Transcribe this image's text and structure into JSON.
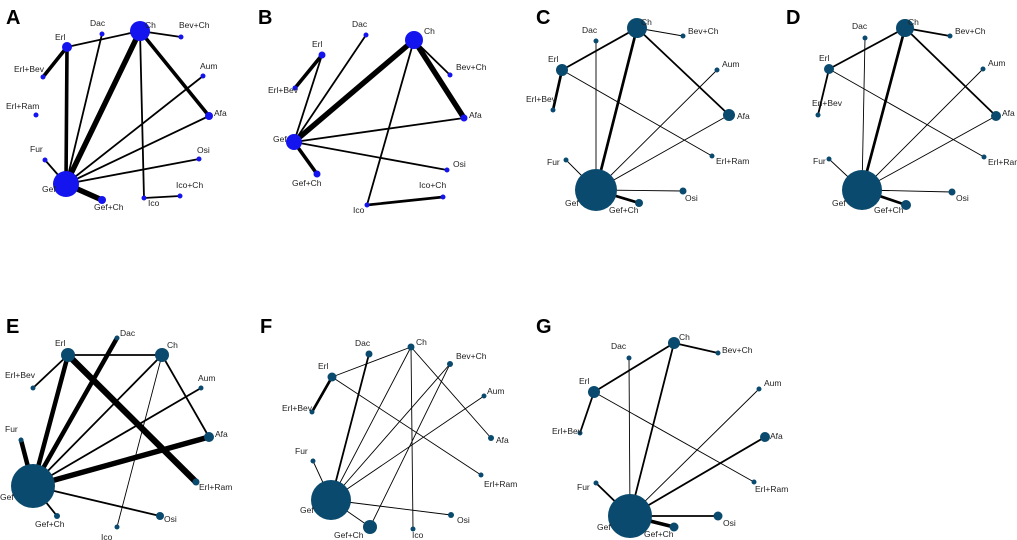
{
  "figure": {
    "panels": [
      {
        "letter": "A",
        "color": "#1414ee",
        "nodes": [
          {
            "id": "Ch",
            "label": "Ch",
            "size": 3
          },
          {
            "id": "Dac",
            "label": "Dac",
            "size": 1
          },
          {
            "id": "Erl",
            "label": "Erl",
            "size": 2
          },
          {
            "id": "ErlBev",
            "label": "Erl+Bev",
            "size": 1
          },
          {
            "id": "ErlRam",
            "label": "Erl+Ram",
            "size": 1
          },
          {
            "id": "BevCh",
            "label": "Bev+Ch",
            "size": 1
          },
          {
            "id": "Aum",
            "label": "Aum",
            "size": 1
          },
          {
            "id": "Afa",
            "label": "Afa",
            "size": 1
          },
          {
            "id": "Osi",
            "label": "Osi",
            "size": 1
          },
          {
            "id": "IcoCh",
            "label": "Ico+Ch",
            "size": 1
          },
          {
            "id": "Ico",
            "label": "Ico",
            "size": 1
          },
          {
            "id": "GefCh",
            "label": "Gef+Ch",
            "size": 2
          },
          {
            "id": "Gef",
            "label": "Gef",
            "size": 5
          },
          {
            "id": "Fur",
            "label": "Fur",
            "size": 1
          }
        ],
        "edges": [
          {
            "from": "Gef",
            "to": "Ch",
            "weight": 6
          },
          {
            "from": "Gef",
            "to": "Erl",
            "weight": 4
          },
          {
            "from": "Gef",
            "to": "Dac",
            "weight": 2
          },
          {
            "from": "Gef",
            "to": "Aum",
            "weight": 2
          },
          {
            "from": "Gef",
            "to": "Afa",
            "weight": 2
          },
          {
            "from": "Gef",
            "to": "Osi",
            "weight": 2
          },
          {
            "from": "Gef",
            "to": "GefCh",
            "weight": 6
          },
          {
            "from": "Gef",
            "to": "Fur",
            "weight": 2
          },
          {
            "from": "Erl",
            "to": "ErlBev",
            "weight": 4
          },
          {
            "from": "Erl",
            "to": "Ch",
            "weight": 2
          },
          {
            "from": "Ch",
            "to": "BevCh",
            "weight": 2
          },
          {
            "from": "Ch",
            "to": "Afa",
            "weight": 4
          },
          {
            "from": "Ch",
            "to": "Ico",
            "weight": 2
          },
          {
            "from": "Ico",
            "to": "IcoCh",
            "weight": 2
          }
        ]
      },
      {
        "letter": "B",
        "color": "#1414ee",
        "nodes": [
          {
            "id": "Ch",
            "label": "Ch",
            "size": 3
          },
          {
            "id": "Dac",
            "label": "Dac",
            "size": 1
          },
          {
            "id": "Erl",
            "label": "Erl",
            "size": 1
          },
          {
            "id": "ErlBev",
            "label": "Erl+Bev",
            "size": 1
          },
          {
            "id": "BevCh",
            "label": "Bev+Ch",
            "size": 1
          },
          {
            "id": "Afa",
            "label": "Afa",
            "size": 1
          },
          {
            "id": "Osi",
            "label": "Osi",
            "size": 1
          },
          {
            "id": "IcoCh",
            "label": "Ico+Ch",
            "size": 1
          },
          {
            "id": "Ico",
            "label": "Ico",
            "size": 1
          },
          {
            "id": "GefCh",
            "label": "Gef+Ch",
            "size": 1
          },
          {
            "id": "Gef",
            "label": "Gef",
            "size": 3
          }
        ],
        "edges": [
          {
            "from": "Gef",
            "to": "Ch",
            "weight": 6
          },
          {
            "from": "Gef",
            "to": "Erl",
            "weight": 2
          },
          {
            "from": "Gef",
            "to": "Dac",
            "weight": 2
          },
          {
            "from": "Gef",
            "to": "Afa",
            "weight": 2
          },
          {
            "from": "Gef",
            "to": "Osi",
            "weight": 2
          },
          {
            "from": "Gef",
            "to": "GefCh",
            "weight": 4
          },
          {
            "from": "Erl",
            "to": "ErlBev",
            "weight": 4
          },
          {
            "from": "Ch",
            "to": "BevCh",
            "weight": 2
          },
          {
            "from": "Ch",
            "to": "Afa",
            "weight": 6
          },
          {
            "from": "Ch",
            "to": "Ico",
            "weight": 2
          },
          {
            "from": "Ico",
            "to": "IcoCh",
            "weight": 3
          }
        ]
      },
      {
        "letter": "C",
        "color": "#0a4a6e",
        "nodes": [
          {
            "id": "Ch",
            "label": "Ch",
            "size": 3
          },
          {
            "id": "Dac",
            "label": "Dac",
            "size": 1
          },
          {
            "id": "Erl",
            "label": "Erl",
            "size": 2
          },
          {
            "id": "BevCh",
            "label": "Bev+Ch",
            "size": 1
          },
          {
            "id": "Aum",
            "label": "Aum",
            "size": 1
          },
          {
            "id": "ErlBev",
            "label": "Erl+Bev",
            "size": 1
          },
          {
            "id": "Afa",
            "label": "Afa",
            "size": 2
          },
          {
            "id": "ErlRam",
            "label": "Erl+Ram",
            "size": 1
          },
          {
            "id": "Fur",
            "label": "Fur",
            "size": 1
          },
          {
            "id": "Osi",
            "label": "Osi",
            "size": 1
          },
          {
            "id": "GefCh",
            "label": "Gef+Ch",
            "size": 1
          },
          {
            "id": "Gef",
            "label": "Gef",
            "size": 7
          }
        ],
        "edges": [
          {
            "from": "Gef",
            "to": "Ch",
            "weight": 3
          },
          {
            "from": "Gef",
            "to": "Dac",
            "weight": 1
          },
          {
            "from": "Gef",
            "to": "Aum",
            "weight": 1
          },
          {
            "from": "Gef",
            "to": "Afa",
            "weight": 1
          },
          {
            "from": "Gef",
            "to": "Osi",
            "weight": 1
          },
          {
            "from": "Gef",
            "to": "GefCh",
            "weight": 3
          },
          {
            "from": "Gef",
            "to": "Fur",
            "weight": 1
          },
          {
            "from": "Erl",
            "to": "ErlBev",
            "weight": 3
          },
          {
            "from": "Erl",
            "to": "Ch",
            "weight": 2
          },
          {
            "from": "Erl",
            "to": "ErlRam",
            "weight": 1
          },
          {
            "from": "Ch",
            "to": "BevCh",
            "weight": 1
          },
          {
            "from": "Ch",
            "to": "Afa",
            "weight": 2
          }
        ]
      },
      {
        "letter": "D",
        "color": "#0a4a6e",
        "nodes": [
          {
            "id": "Ch",
            "label": "Ch",
            "size": 3
          },
          {
            "id": "Dac",
            "label": "Dac",
            "size": 1
          },
          {
            "id": "Erl",
            "label": "Erl",
            "size": 2
          },
          {
            "id": "BevCh",
            "label": "Bev+Ch",
            "size": 1
          },
          {
            "id": "Aum",
            "label": "Aum",
            "size": 1
          },
          {
            "id": "ErlBev",
            "label": "Erl+Bev",
            "size": 1
          },
          {
            "id": "Afa",
            "label": "Afa",
            "size": 2
          },
          {
            "id": "ErlRam",
            "label": "Erl+Ram",
            "size": 1
          },
          {
            "id": "Fur",
            "label": "Fur",
            "size": 1
          },
          {
            "id": "Osi",
            "label": "Osi",
            "size": 1
          },
          {
            "id": "GefCh",
            "label": "Gef+Ch",
            "size": 2
          },
          {
            "id": "Gef",
            "label": "Gef",
            "size": 7
          }
        ],
        "edges": [
          {
            "from": "Gef",
            "to": "Ch",
            "weight": 3
          },
          {
            "from": "Gef",
            "to": "Dac",
            "weight": 1
          },
          {
            "from": "Gef",
            "to": "Aum",
            "weight": 1
          },
          {
            "from": "Gef",
            "to": "Afa",
            "weight": 1
          },
          {
            "from": "Gef",
            "to": "Osi",
            "weight": 1
          },
          {
            "from": "Gef",
            "to": "GefCh",
            "weight": 3
          },
          {
            "from": "Gef",
            "to": "Fur",
            "weight": 1
          },
          {
            "from": "Erl",
            "to": "ErlBev",
            "weight": 2
          },
          {
            "from": "Erl",
            "to": "Ch",
            "weight": 2
          },
          {
            "from": "Erl",
            "to": "ErlRam",
            "weight": 1
          },
          {
            "from": "Ch",
            "to": "BevCh",
            "weight": 2
          },
          {
            "from": "Ch",
            "to": "Afa",
            "weight": 2
          }
        ]
      },
      {
        "letter": "E",
        "color": "#0a4a6e",
        "nodes": [
          {
            "id": "Erl",
            "label": "Erl",
            "size": 2
          },
          {
            "id": "Dac",
            "label": "Dac",
            "size": 1
          },
          {
            "id": "Ch",
            "label": "Ch",
            "size": 2
          },
          {
            "id": "ErlBev",
            "label": "Erl+Bev",
            "size": 1
          },
          {
            "id": "Aum",
            "label": "Aum",
            "size": 1
          },
          {
            "id": "Fur",
            "label": "Fur",
            "size": 1
          },
          {
            "id": "Afa",
            "label": "Afa",
            "size": 2
          },
          {
            "id": "ErlRam",
            "label": "Erl+Ram",
            "size": 1
          },
          {
            "id": "Gef",
            "label": "Gef",
            "size": 7
          },
          {
            "id": "GefCh",
            "label": "Gef+Ch",
            "size": 1
          },
          {
            "id": "Osi",
            "label": "Osi",
            "size": 1
          },
          {
            "id": "Ico",
            "label": "Ico",
            "size": 1
          }
        ],
        "edges": [
          {
            "from": "Gef",
            "to": "Erl",
            "weight": 5
          },
          {
            "from": "Gef",
            "to": "Dac",
            "weight": 5
          },
          {
            "from": "Gef",
            "to": "Ch",
            "weight": 2
          },
          {
            "from": "Gef",
            "to": "Aum",
            "weight": 2
          },
          {
            "from": "Gef",
            "to": "Afa",
            "weight": 6
          },
          {
            "from": "Gef",
            "to": "Fur",
            "weight": 5
          },
          {
            "from": "Gef",
            "to": "GefCh",
            "weight": 2
          },
          {
            "from": "Gef",
            "to": "Osi",
            "weight": 2
          },
          {
            "from": "Erl",
            "to": "ErlBev",
            "weight": 2
          },
          {
            "from": "Erl",
            "to": "Ch",
            "weight": 2
          },
          {
            "from": "Erl",
            "to": "ErlRam",
            "weight": 7
          },
          {
            "from": "Ch",
            "to": "Afa",
            "weight": 2
          },
          {
            "from": "Ch",
            "to": "Ico",
            "weight": 1
          }
        ]
      },
      {
        "letter": "F",
        "color": "#0a4a6e",
        "nodes": [
          {
            "id": "Dac",
            "label": "Dac",
            "size": 1
          },
          {
            "id": "Ch",
            "label": "Ch",
            "size": 1
          },
          {
            "id": "BevCh",
            "label": "Bev+Ch",
            "size": 1
          },
          {
            "id": "Erl",
            "label": "Erl",
            "size": 1
          },
          {
            "id": "Aum",
            "label": "Aum",
            "size": 1
          },
          {
            "id": "ErlBev",
            "label": "Erl+Bev",
            "size": 1
          },
          {
            "id": "Afa",
            "label": "Afa",
            "size": 1
          },
          {
            "id": "Fur",
            "label": "Fur",
            "size": 1
          },
          {
            "id": "ErlRam",
            "label": "Erl+Ram",
            "size": 1
          },
          {
            "id": "Gef",
            "label": "Gef",
            "size": 6
          },
          {
            "id": "Osi",
            "label": "Osi",
            "size": 1
          },
          {
            "id": "GefCh",
            "label": "Gef+Ch",
            "size": 2
          },
          {
            "id": "Ico",
            "label": "Ico",
            "size": 1
          }
        ],
        "edges": [
          {
            "from": "Gef",
            "to": "Dac",
            "weight": 2
          },
          {
            "from": "Gef",
            "to": "Ch",
            "weight": 1
          },
          {
            "from": "Gef",
            "to": "BevCh",
            "weight": 1
          },
          {
            "from": "Gef",
            "to": "Aum",
            "weight": 1
          },
          {
            "from": "Gef",
            "to": "Fur",
            "weight": 1
          },
          {
            "from": "Gef",
            "to": "Osi",
            "weight": 1
          },
          {
            "from": "Gef",
            "to": "GefCh",
            "weight": 1
          },
          {
            "from": "GefCh",
            "to": "BevCh",
            "weight": 1
          },
          {
            "from": "Erl",
            "to": "ErlBev",
            "weight": 3
          },
          {
            "from": "Erl",
            "to": "Ch",
            "weight": 1
          },
          {
            "from": "Erl",
            "to": "ErlRam",
            "weight": 1
          },
          {
            "from": "Ch",
            "to": "Afa",
            "weight": 1
          },
          {
            "from": "Ch",
            "to": "Ico",
            "weight": 1
          }
        ]
      },
      {
        "letter": "G",
        "color": "#0a4a6e",
        "nodes": [
          {
            "id": "Dac",
            "label": "Dac",
            "size": 1
          },
          {
            "id": "Ch",
            "label": "Ch",
            "size": 2
          },
          {
            "id": "BevCh",
            "label": "Bev+Ch",
            "size": 1
          },
          {
            "id": "Erl",
            "label": "Erl",
            "size": 2
          },
          {
            "id": "Aum",
            "label": "Aum",
            "size": 1
          },
          {
            "id": "ErlBev",
            "label": "Erl+Bev",
            "size": 1
          },
          {
            "id": "Afa",
            "label": "Afa",
            "size": 2
          },
          {
            "id": "ErlRam",
            "label": "Erl+Ram",
            "size": 1
          },
          {
            "id": "Fur",
            "label": "Fur",
            "size": 1
          },
          {
            "id": "Osi",
            "label": "Osi",
            "size": 2
          },
          {
            "id": "Gef",
            "label": "Gef",
            "size": 7
          },
          {
            "id": "GefCh",
            "label": "Gef+Ch",
            "size": 2
          }
        ],
        "edges": [
          {
            "from": "Gef",
            "to": "Ch",
            "weight": 2
          },
          {
            "from": "Gef",
            "to": "Dac",
            "weight": 1
          },
          {
            "from": "Gef",
            "to": "Aum",
            "weight": 1
          },
          {
            "from": "Gef",
            "to": "Afa",
            "weight": 2
          },
          {
            "from": "Gef",
            "to": "Fur",
            "weight": 2
          },
          {
            "from": "Gef",
            "to": "Osi",
            "weight": 2
          },
          {
            "from": "Gef",
            "to": "GefCh",
            "weight": 4
          },
          {
            "from": "Erl",
            "to": "ErlBev",
            "weight": 2
          },
          {
            "from": "Erl",
            "to": "Ch",
            "weight": 2
          },
          {
            "from": "Erl",
            "to": "ErlRam",
            "weight": 1
          },
          {
            "from": "Ch",
            "to": "BevCh",
            "weight": 2
          }
        ]
      }
    ]
  }
}
